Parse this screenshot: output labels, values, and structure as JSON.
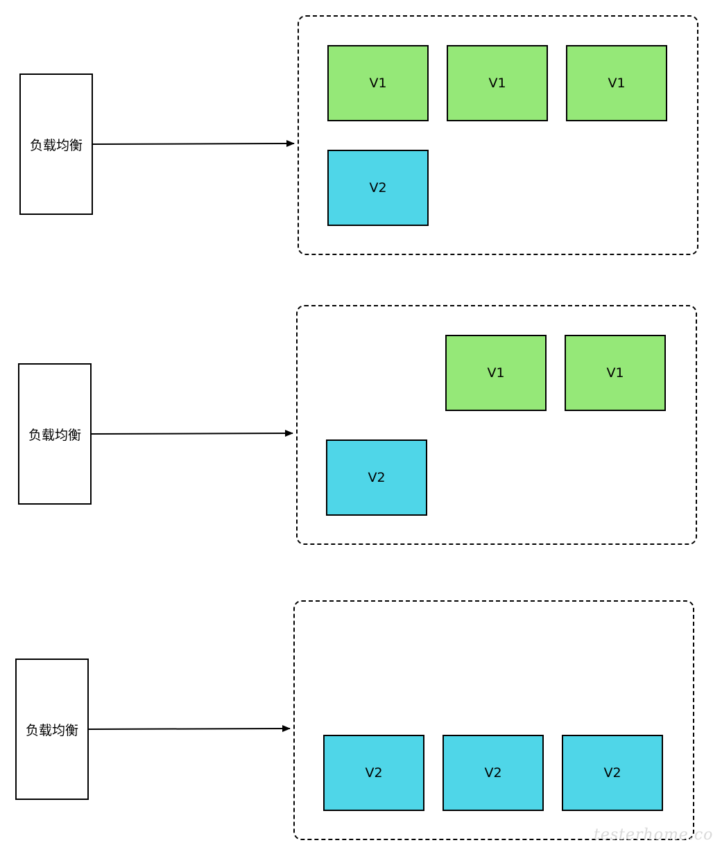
{
  "load_balancer_label": "负载均衡",
  "colors": {
    "v1_fill": "#95e878",
    "v2_fill": "#4fd6e8",
    "line": "#000000"
  },
  "scenarios": [
    {
      "lb": "负载均衡",
      "v1": [
        "V1",
        "V1",
        "V1"
      ],
      "v2": [
        "V2"
      ]
    },
    {
      "lb": "负载均衡",
      "v1": [
        "V1",
        "V1"
      ],
      "v2": [
        "V2"
      ]
    },
    {
      "lb": "负载均衡",
      "v1": [],
      "v2": [
        "V2",
        "V2",
        "V2"
      ]
    }
  ],
  "watermark": "testerhome.com"
}
